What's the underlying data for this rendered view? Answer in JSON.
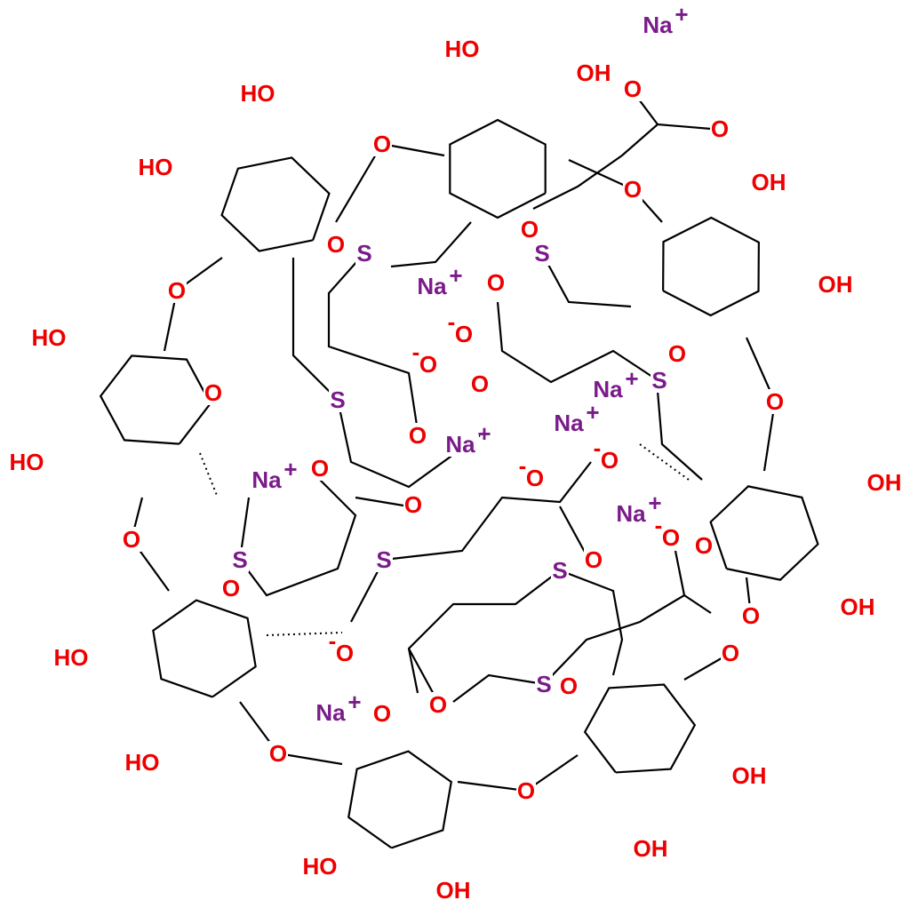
{
  "title": "Sugammadex sodium structure",
  "labels": {
    "ho": "HO",
    "oh": "OH",
    "o": "O",
    "s": "S",
    "na": "Na",
    "plus": "+",
    "minus": "-"
  },
  "colors": {
    "oxygen": "#ee0000",
    "sulfur": "#7a1b8a",
    "sodium": "#7a1b8a",
    "bond": "#000000"
  }
}
